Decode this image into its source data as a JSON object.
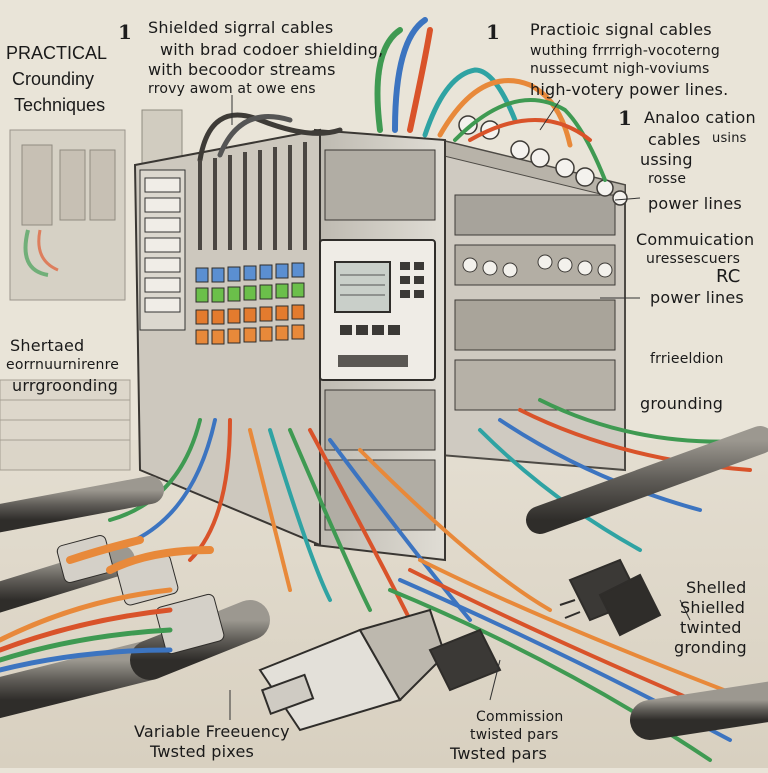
{
  "labels": {
    "title_line1": "PRACTICAL",
    "title_line2": "Croundiny",
    "title_line3": "Techniques",
    "top_left_num": "1",
    "top_left_line1": "Shielded sigrral cables",
    "top_left_line2": "with brad codoer shielding,",
    "top_left_line3": "with becoodor streams",
    "top_left_line4": "rrovy awom at owe ens",
    "top_right_num": "1",
    "top_right_line1": "Practioic signal cables",
    "top_right_line2": "wuthing frrrrigh-vocoterng",
    "top_right_line3": "nussecumt nigh-voviums",
    "top_right_line4": "high-votery power lines.",
    "right_num": "1",
    "right_a_line1": "Analoo cation",
    "right_a_line2": "cables",
    "right_a_line3": "usins",
    "right_a_line4": "ussing",
    "right_a_line5": "rosse",
    "right_a_line6": "power lines",
    "right_b_line1": "Commuication",
    "right_b_line2": "uressescuers",
    "right_b_line3": "RC",
    "right_b_line4": "power lines",
    "right_c_line1": "frrieeldion",
    "right_c_line2": "grounding",
    "left_mid_line1": "Shertaed",
    "left_mid_line2": "eorrnuurnirenre",
    "left_mid_line3": "urrgroonding",
    "bottom_right_line1": "Shelled",
    "bottom_right_line2": "Shielled",
    "bottom_right_line3": "twinted",
    "bottom_right_line4": "gronding",
    "bottom_mid_line1": "Variable Freeuency",
    "bottom_mid_line2": "Twsted pixes",
    "bottom_rc_line1": "Commission",
    "bottom_rc_line2": "twisted pars",
    "bottom_rc_line3": "Twsted pars"
  },
  "colors": {
    "paper": "#e9e4d8",
    "cabinet": "#d9d6cf",
    "cabinet_dark": "#8f8b84",
    "wire_red": "#d9532a",
    "wire_orange": "#e8893a",
    "wire_green": "#3f9a52",
    "wire_blue": "#3c74c0",
    "wire_teal": "#2fa3a3",
    "terminal_green": "#6bbf4a",
    "terminal_orange": "#e37b2e",
    "terminal_blue": "#5b8fd1",
    "screen": "#c9cfc9"
  }
}
